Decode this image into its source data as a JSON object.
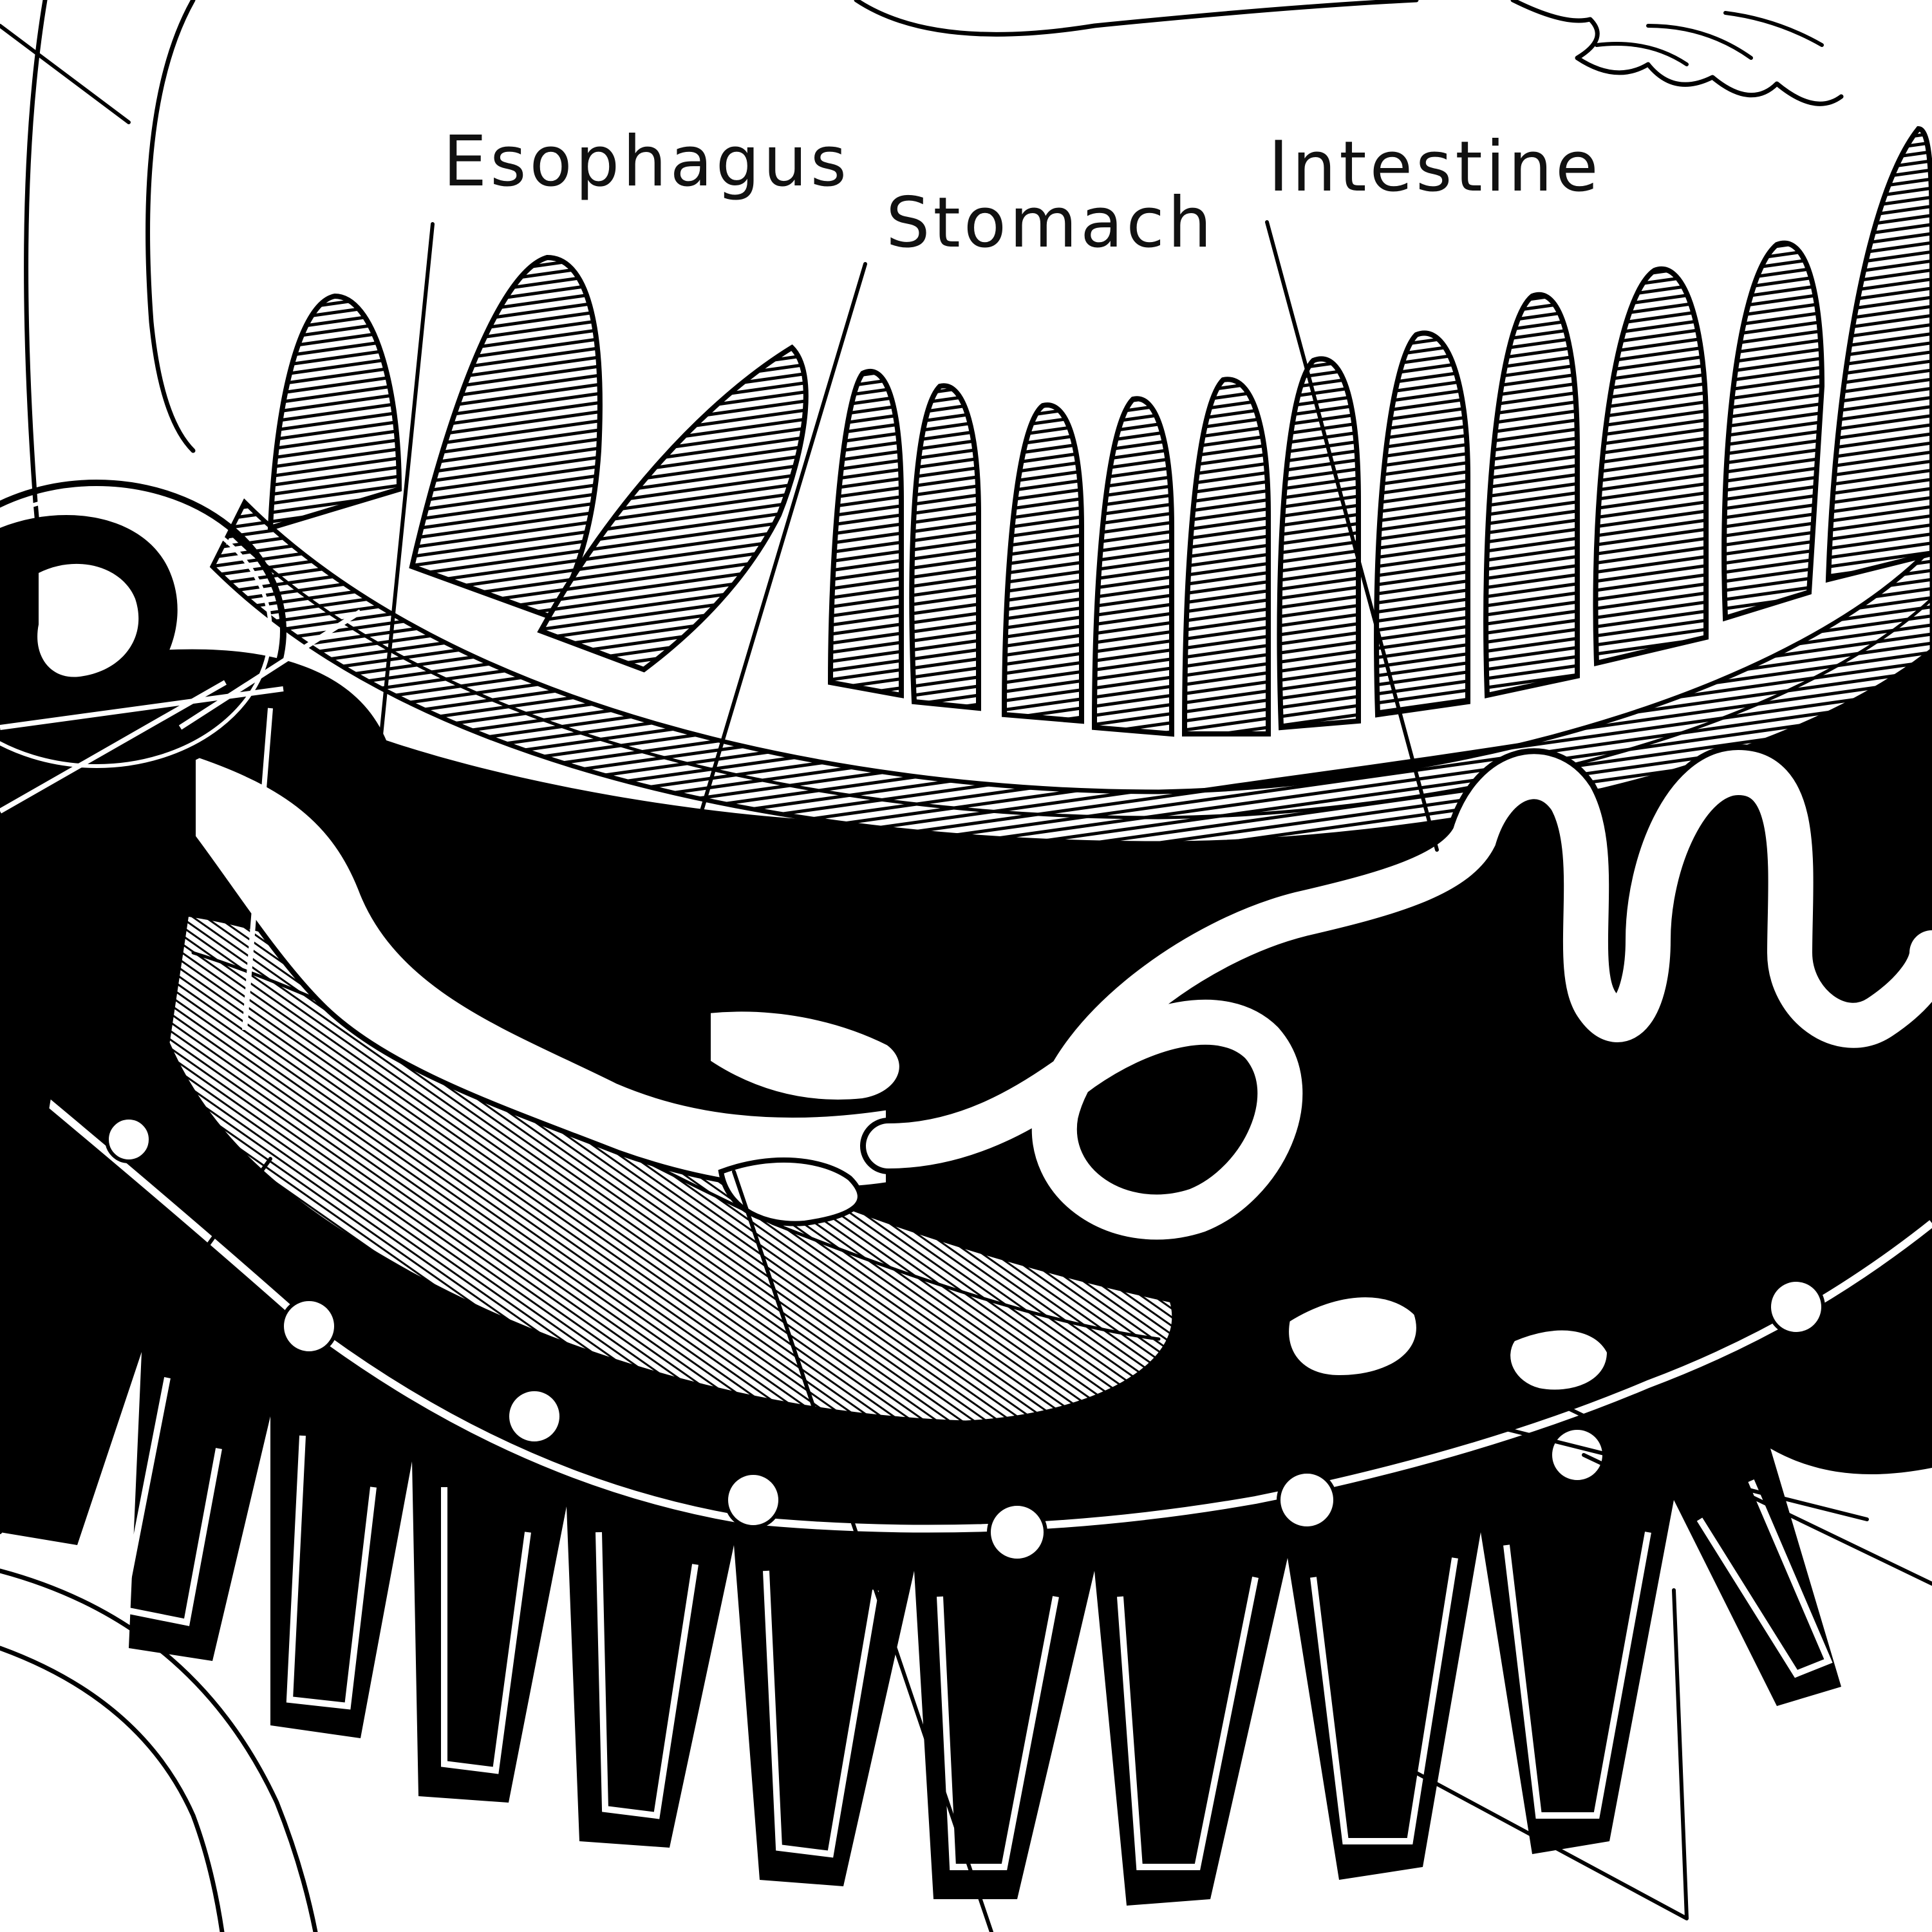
{
  "labels": {
    "esophagus": "Esophagus",
    "stomach": "Stomach",
    "intestine": "Intestine"
  },
  "colors": {
    "ink": "#000000",
    "paper": "#ffffff",
    "text": "#111111"
  }
}
